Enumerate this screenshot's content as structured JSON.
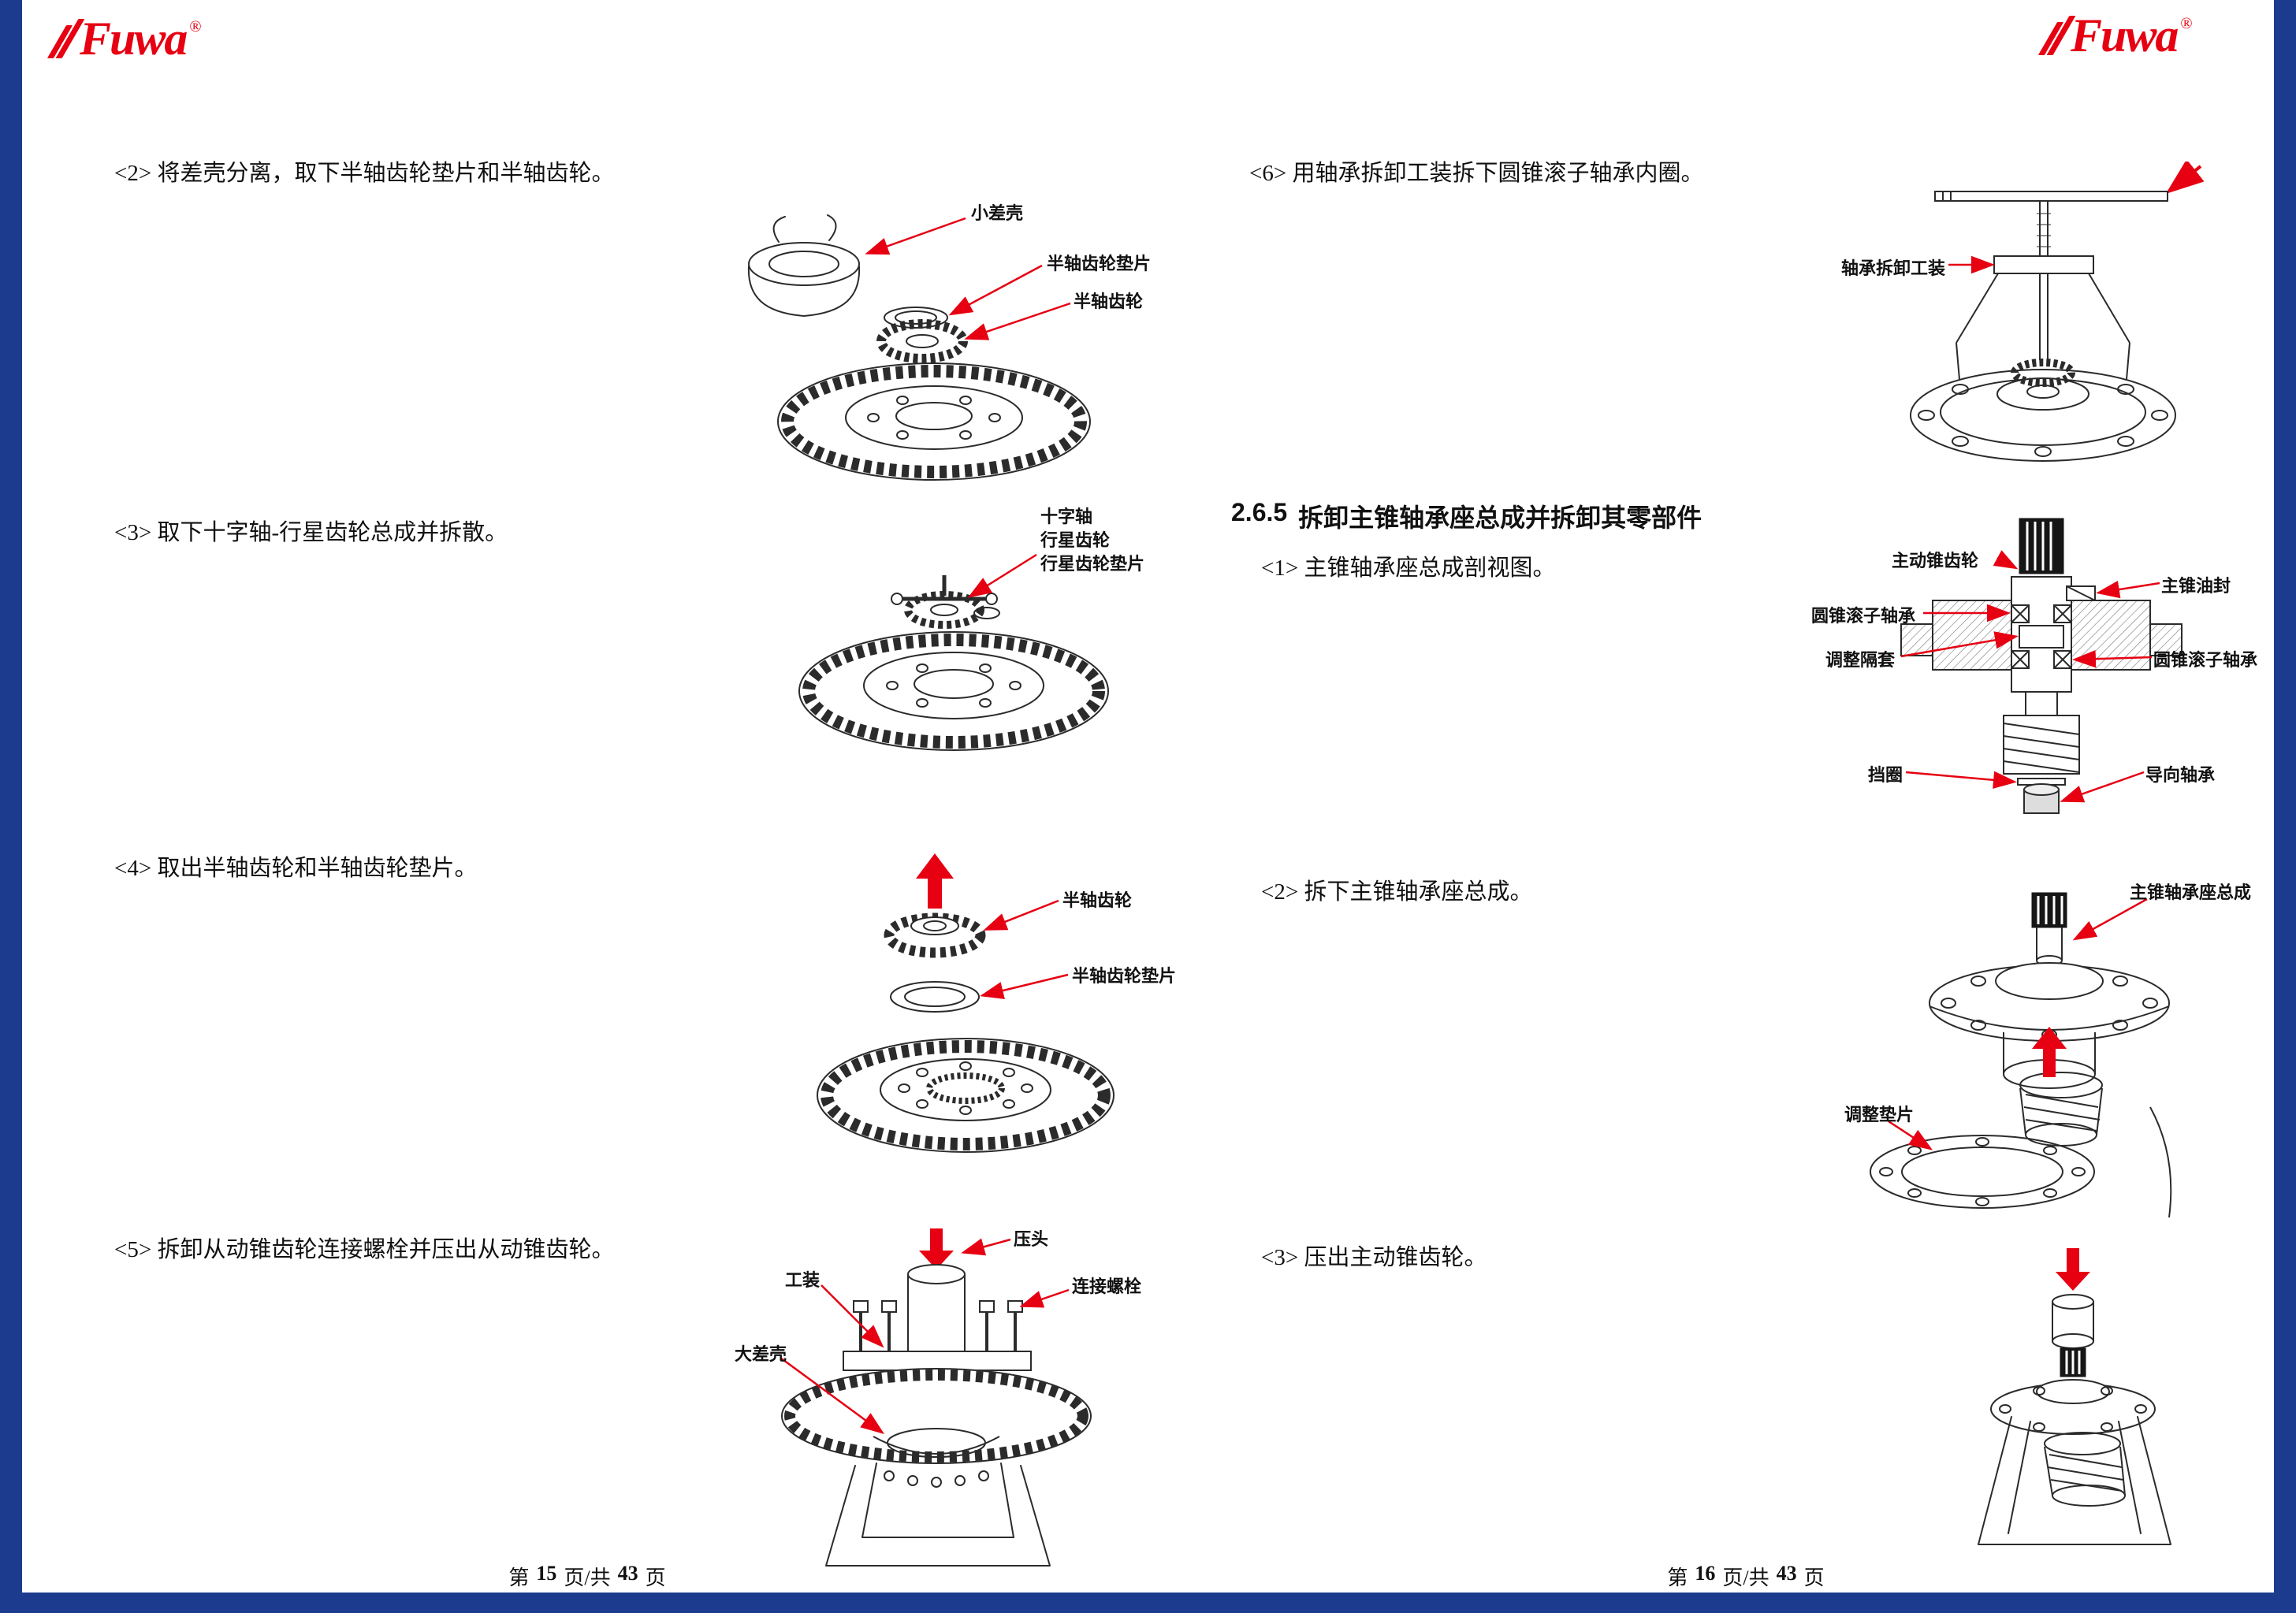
{
  "brand": {
    "name": "Fuwa",
    "reg": "®"
  },
  "colors": {
    "border_blue": "#1c3b8e",
    "brand_red": "#e60012",
    "arrow_red": "#e60012"
  },
  "left_page": {
    "step2": "<2> 将差壳分离，取下半轴齿轮垫片和半轴齿轮。",
    "step3": "<3> 取下十字轴-行星齿轮总成并拆散。",
    "step4": "<4> 取出半轴齿轮和半轴齿轮垫片。",
    "step5": "<5> 拆卸从动锥齿轮连接螺栓并压出从动锥齿轮。",
    "fig1": {
      "small_case": "小差壳",
      "side_gear_shim": "半轴齿轮垫片",
      "side_gear": "半轴齿轮"
    },
    "fig2": {
      "cross_shaft": "十字轴",
      "planet_gear": "行星齿轮",
      "planet_gear_shim": "行星齿轮垫片"
    },
    "fig3": {
      "side_gear": "半轴齿轮",
      "side_gear_shim": "半轴齿轮垫片"
    },
    "fig4": {
      "press_head": "压头",
      "fixture": "工装",
      "connect_bolt": "连接螺栓",
      "big_case": "大差壳"
    },
    "footer": {
      "pre": "第",
      "page": "15",
      "mid": "页/共",
      "total": "43",
      "post": "页"
    }
  },
  "right_page": {
    "step6": "<6> 用轴承拆卸工装拆下圆锥滚子轴承内圈。",
    "section": {
      "number": "2.6.5",
      "title": "拆卸主锥轴承座总成并拆卸其零部件"
    },
    "step1": "<1> 主锥轴承座总成剖视图。",
    "step2": "<2> 拆下主锥轴承座总成。",
    "step3": "<3> 压出主动锥齿轮。",
    "fig5": {
      "puller": "轴承拆卸工装"
    },
    "fig6": {
      "drive_gear": "主动锥齿轮",
      "oil_seal": "主锥油封",
      "taper_bearing_upper": "圆锥滚子轴承",
      "adjust_sleeve": "调整隔套",
      "taper_bearing_lower": "圆锥滚子轴承",
      "guide_bearing": "导向轴承",
      "retainer_ring": "挡圈"
    },
    "fig7": {
      "seat_assembly": "主锥轴承座总成",
      "adjust_shim": "调整垫片"
    },
    "footer": {
      "pre": "第",
      "page": "16",
      "mid": "页/共",
      "total": "43",
      "post": "页"
    }
  }
}
